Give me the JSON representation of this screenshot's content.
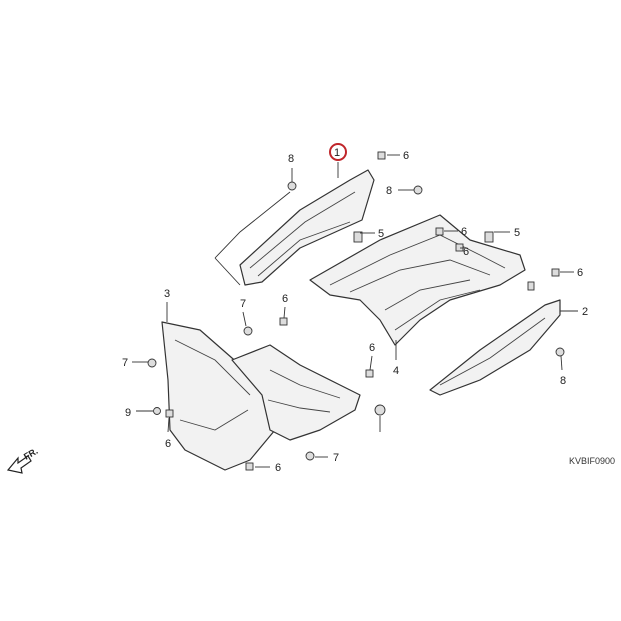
{
  "diagram": {
    "code": "KVBIF0900",
    "front_marker": "FR.",
    "highlight_color": "#c0252a",
    "callouts": [
      {
        "id": "c1",
        "text": "1",
        "highlighted": true
      },
      {
        "id": "c8a",
        "text": "8"
      },
      {
        "id": "c6a",
        "text": "6"
      },
      {
        "id": "c8b",
        "text": "8"
      },
      {
        "id": "c5a",
        "text": "5"
      },
      {
        "id": "c6b",
        "text": "6"
      },
      {
        "id": "c5b",
        "text": "5"
      },
      {
        "id": "c6c",
        "text": "6"
      },
      {
        "id": "c6d",
        "text": "6"
      },
      {
        "id": "c2",
        "text": "2"
      },
      {
        "id": "c3",
        "text": "3"
      },
      {
        "id": "c7a",
        "text": "7"
      },
      {
        "id": "c6e",
        "text": "6"
      },
      {
        "id": "c7b",
        "text": "7"
      },
      {
        "id": "c6f",
        "text": "6"
      },
      {
        "id": "c4",
        "text": "4"
      },
      {
        "id": "c8c",
        "text": "8"
      },
      {
        "id": "c9",
        "text": "9"
      },
      {
        "id": "c6g",
        "text": "6"
      },
      {
        "id": "c7c",
        "text": "7"
      },
      {
        "id": "c6h",
        "text": "6"
      }
    ]
  }
}
